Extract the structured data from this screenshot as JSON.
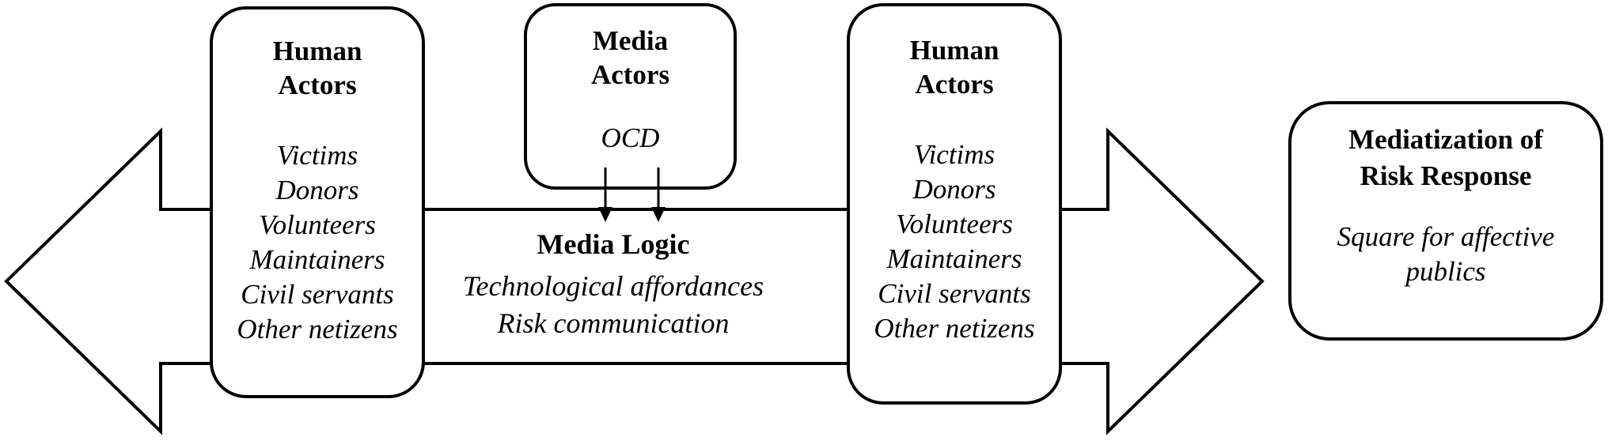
{
  "diagram": {
    "left_actors": {
      "title_lines": [
        "Human",
        "Actors"
      ],
      "items": [
        "Victims",
        "Donors",
        "Volunteers",
        "Maintainers",
        "Civil servants",
        "Other netizens"
      ]
    },
    "media_actors": {
      "title_lines": [
        "Media",
        "Actors"
      ],
      "item": "OCD"
    },
    "media_logic": {
      "title": "Media Logic",
      "items": [
        "Technological affordances",
        "Risk communication"
      ]
    },
    "right_actors": {
      "title_lines": [
        "Human",
        "Actors"
      ],
      "items": [
        "Victims",
        "Donors",
        "Volunteers",
        "Maintainers",
        "Civil servants",
        "Other netizens"
      ]
    },
    "outcome": {
      "title_lines": [
        "Mediatization of",
        "Risk Response"
      ],
      "description_lines": [
        "Square for affective",
        "publics"
      ]
    }
  }
}
